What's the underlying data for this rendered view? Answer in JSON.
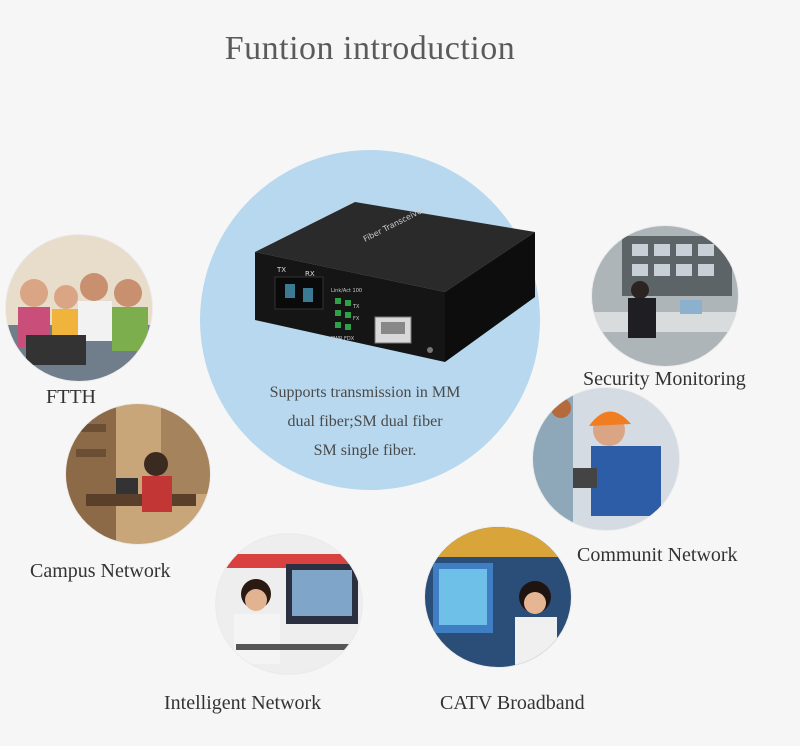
{
  "title": "Funtion introduction",
  "center": {
    "line1": "Supports transmission in MM",
    "line2": "dual fiber;SM dual fiber",
    "line3": "SM single fiber."
  },
  "device": {
    "top_label": "Fiber Transceiver",
    "tx": "TX",
    "rx": "RX",
    "led_link": "Link/Act 100",
    "led_tx": "TX",
    "led_fx": "FX",
    "led_fdx": "PWR FDX"
  },
  "features": [
    {
      "label": "FTTH"
    },
    {
      "label": "Campus Network"
    },
    {
      "label": "Intelligent Network"
    },
    {
      "label": "CATV Broadband"
    },
    {
      "label": "Communit Network"
    },
    {
      "label": "Security Monitoring"
    }
  ]
}
